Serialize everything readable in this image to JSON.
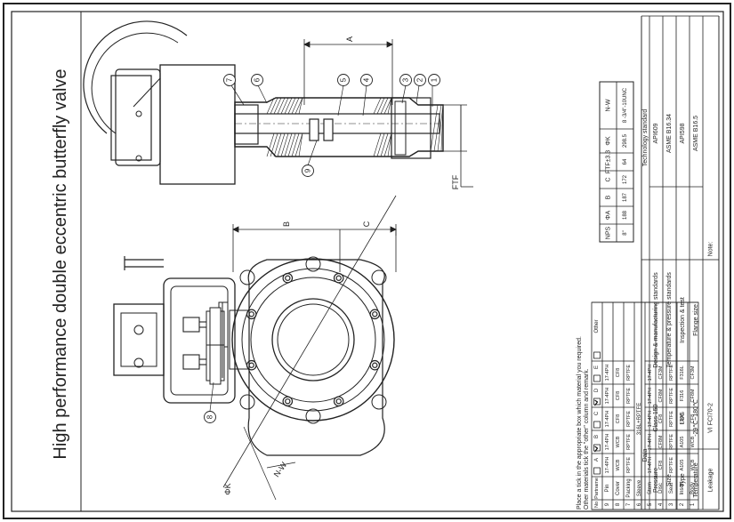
{
  "title": "High performance double eccentric butterfly valve",
  "notes": {
    "line1": "Place a tick in the appropriate box which material you required.",
    "line2": "Other materials tick the \"other\" column and remark."
  },
  "parts_table": {
    "header": {
      "no": "No",
      "partname": "Partname",
      "options": [
        "A",
        "B",
        "C",
        "D",
        "E",
        "Other"
      ]
    },
    "checked": [
      "B",
      "D"
    ],
    "rows": [
      {
        "no": "9",
        "name": "Pin",
        "values": [
          "17-4PH",
          "17-4PH",
          "17-4PH",
          "17-4PH",
          "17-4PH"
        ]
      },
      {
        "no": "8",
        "name": "Cover",
        "values": [
          "WCB",
          "WCB",
          "CF8",
          "CF8",
          "CF8"
        ]
      },
      {
        "no": "7",
        "name": "Packing",
        "values": [
          "RPTFE",
          "RPTFE",
          "RPTFE",
          "RPTFE",
          "RPTFE"
        ]
      },
      {
        "no": "6",
        "name": "Sleeve",
        "merged": "316L+RPTFE"
      },
      {
        "no": "5",
        "name": "Stem",
        "values": [
          "17-4PH",
          "17-4PH",
          "17-4PH",
          "17-4PH",
          "17-4PH"
        ]
      },
      {
        "no": "4",
        "name": "Disc",
        "values": [
          "CF8",
          "CF8M",
          "CF8",
          "CF8M",
          "CF3M"
        ]
      },
      {
        "no": "3",
        "name": "Seat",
        "values": [
          "RPTFE",
          "RPTFE",
          "RPTFE",
          "RPTFE",
          "RPTFE"
        ]
      },
      {
        "no": "2",
        "name": "Insert",
        "values": [
          "A105",
          "A105",
          "F304",
          "F316",
          "F316L"
        ]
      },
      {
        "no": "1",
        "name": "Body",
        "values": [
          "WCB",
          "WCB",
          "CF8",
          "CF8M",
          "CF3M"
        ]
      }
    ]
  },
  "data_block": {
    "heading": "Data",
    "rows": [
      {
        "label": "Pressure",
        "value": "Class 150"
      },
      {
        "label": "Size",
        "value": ""
      },
      {
        "label": "Type",
        "value": "LUG"
      },
      {
        "label": "Temperature",
        "value": "-29℃~180℃"
      },
      {
        "label": "Leakage",
        "value": "VI FCI70-2"
      }
    ]
  },
  "standards_block": {
    "heading": "Technology standard",
    "rows": [
      {
        "label": "Design & manufacturing standards",
        "value": "API609"
      },
      {
        "label": "Temperature & pressure standards",
        "value": "ASME B16.34"
      },
      {
        "label": "Inspection & test",
        "value": "API598"
      },
      {
        "label": "Flange size",
        "value": "ASME B16.5"
      }
    ],
    "note_label": "Note:"
  },
  "dimension_table": {
    "headers": [
      "NPS",
      "ΦA",
      "B",
      "C",
      "FTF±3.3",
      "ΦK",
      "N-W"
    ],
    "row": [
      "8\"",
      "188",
      "187",
      "172",
      "64",
      "298.5",
      "8 -3/4\"-10UNC"
    ]
  },
  "drawing_labels": {
    "dim_A": "A",
    "dim_B": "B",
    "dim_C": "C",
    "dim_FTF": "FTF",
    "dim_K": "ΦK",
    "dim_NW": "N-W",
    "balloons": [
      "1",
      "2",
      "3",
      "4",
      "5",
      "6",
      "7",
      "8",
      "9"
    ]
  }
}
